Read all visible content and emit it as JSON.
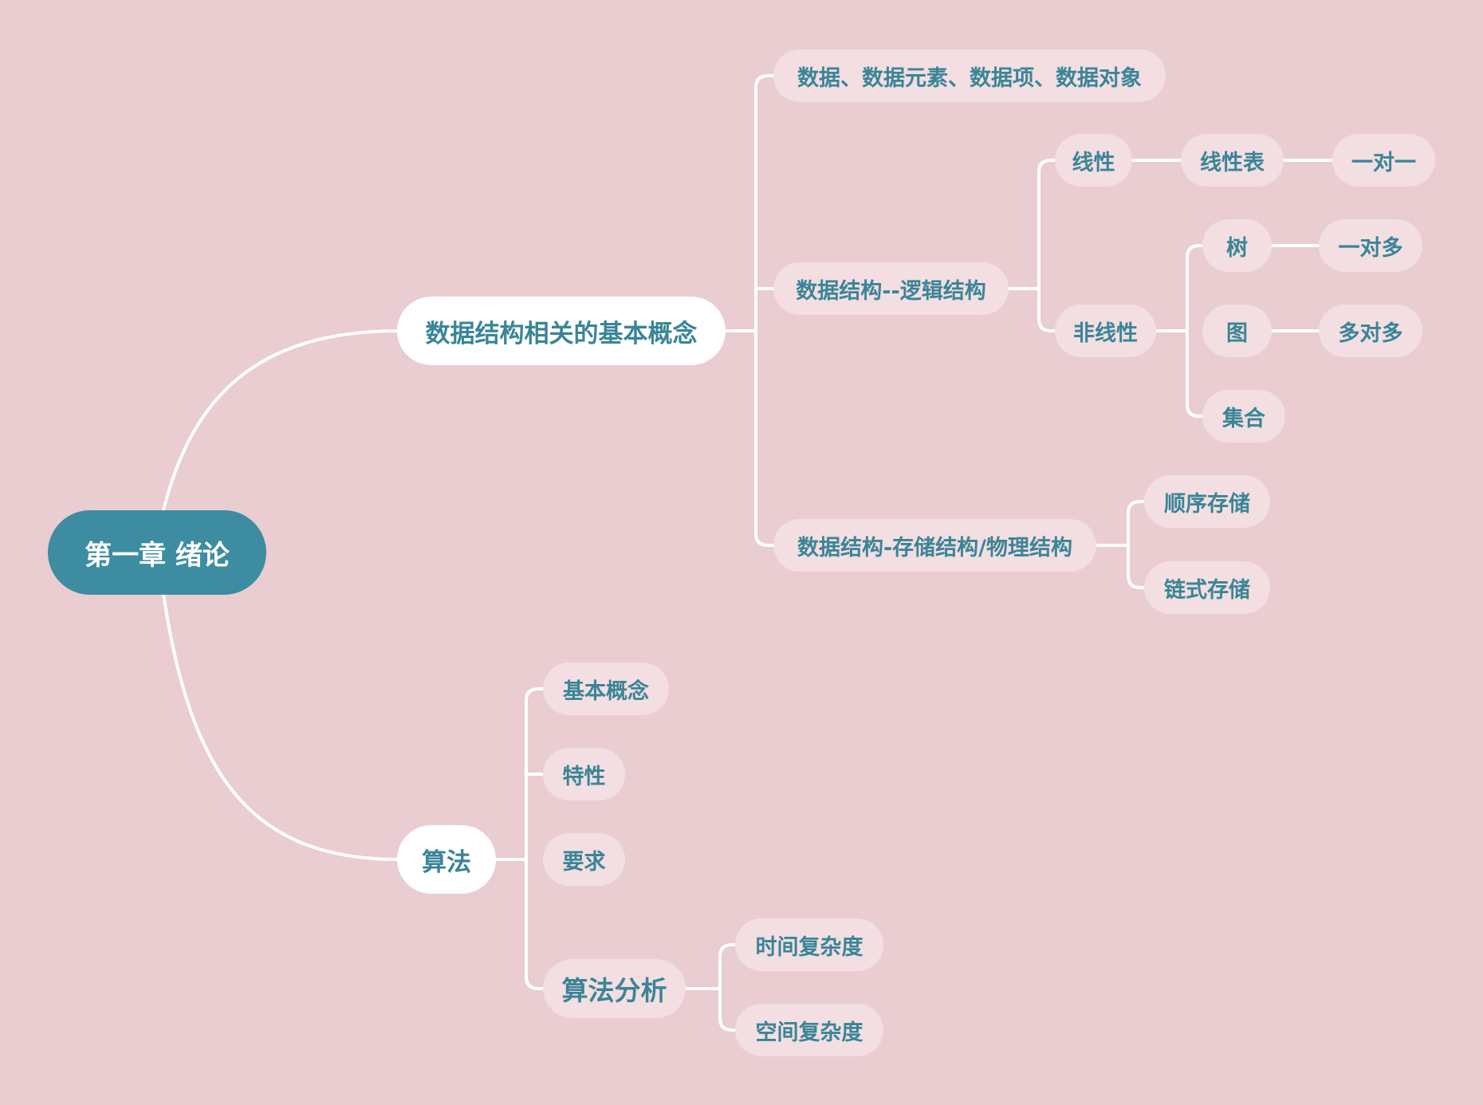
{
  "root": {
    "label": "第一章 绪论"
  },
  "main_topics": [
    {
      "label": "数据结构相关的基本概念",
      "children": [
        {
          "label": "数据、数据元素、数据项、数据对象"
        },
        {
          "label": "数据结构--逻辑结构",
          "children": [
            {
              "label": "线性",
              "children": [
                {
                  "label": "线性表",
                  "children": [
                    {
                      "label": "一对一"
                    }
                  ]
                }
              ]
            },
            {
              "label": "非线性",
              "children": [
                {
                  "label": "树",
                  "children": [
                    {
                      "label": "一对多"
                    }
                  ]
                },
                {
                  "label": "图",
                  "children": [
                    {
                      "label": "多对多"
                    }
                  ]
                },
                {
                  "label": "集合"
                }
              ]
            }
          ]
        },
        {
          "label": "数据结构-存储结构/物理结构",
          "children": [
            {
              "label": "顺序存储"
            },
            {
              "label": "链式存储"
            }
          ]
        }
      ]
    },
    {
      "label": "算法",
      "children": [
        {
          "label": "基本概念"
        },
        {
          "label": "特性"
        },
        {
          "label": "要求"
        },
        {
          "label": "算法分析",
          "children": [
            {
              "label": "时间复杂度"
            },
            {
              "label": "空间复杂度"
            }
          ]
        }
      ]
    }
  ],
  "colors": {
    "background": "#e9cdd1",
    "root_fill": "#3d8ca2",
    "text": "#3a8597",
    "main_fill": "#ffffff",
    "sub_fill": "#f3dee2",
    "connector": "#ffffff"
  }
}
